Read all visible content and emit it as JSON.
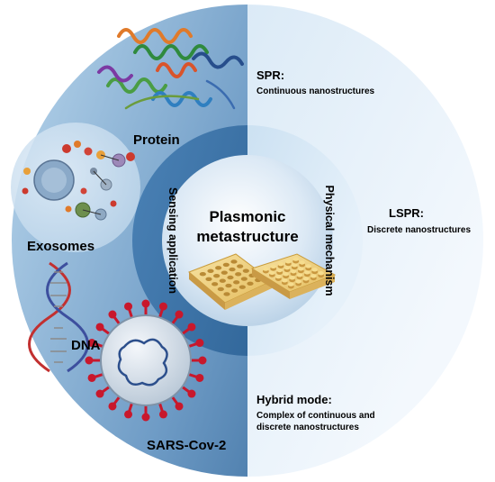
{
  "center": {
    "title_line1": "Plasmonic",
    "title_line2": "metastructure"
  },
  "ring": {
    "left_label": "Sensing application",
    "right_label": "Physical mechanism"
  },
  "applications": {
    "protein": "Protein",
    "exosomes": "Exosomes",
    "dna": "DNA",
    "virus": "SARS-Cov-2"
  },
  "mechanisms": {
    "spr_title": "SPR:",
    "spr_desc": "Continuous  nanostructures",
    "lspr_title": "LSPR:",
    "lspr_desc": "Discrete nanostructures",
    "hybrid_title": "Hybrid mode:",
    "hybrid_desc_line1": "Complex of continuous and",
    "hybrid_desc_line2": "discrete nanostructures"
  },
  "colors": {
    "left_dark": "#3d6f9f",
    "left_light": "#b9d6ec",
    "right_light": "#e9f3fb",
    "virus_spike": "#c8182c",
    "dna_blue": "#3d4f9e",
    "dna_red": "#c23030",
    "chip_gold": "#f1d483"
  }
}
